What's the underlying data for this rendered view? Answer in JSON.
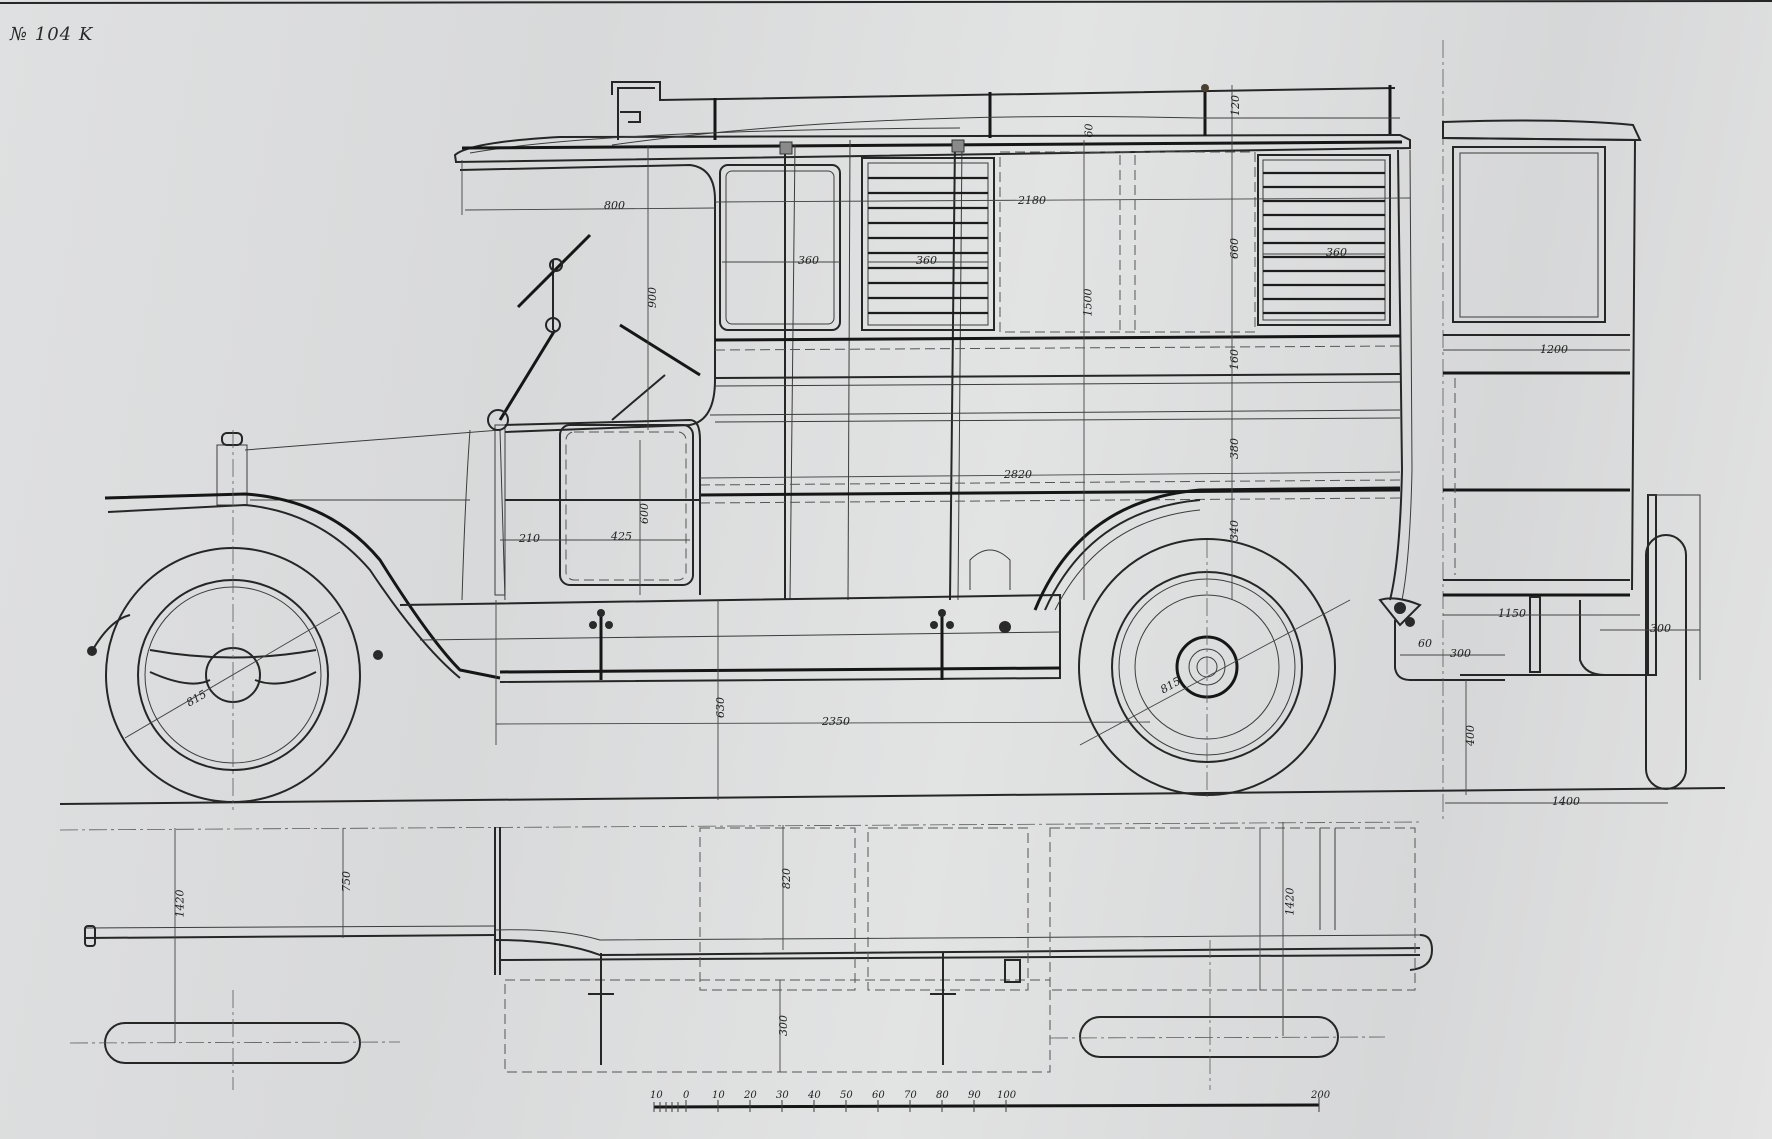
{
  "drawing": {
    "sheet_number": "№ 104 K",
    "subject": "Side elevation and chassis plan of a van / ambulance body",
    "paper_color": "#dcdddd",
    "ink_color": "#1e1e1e"
  },
  "elevation_dimensions": {
    "roof_front_overhang": "800",
    "window_front_width": "360",
    "louver_center_width": "360",
    "louver_rear_width": "360",
    "body_upper_length": "2180",
    "roof_rail_height": "120",
    "roof_rise": "60",
    "window_height": "900",
    "panel_height_1500": "1500",
    "upper_panel_height": "660",
    "belt_height": "160",
    "mid_panel_height": "380",
    "lower_panel_height": "340",
    "body_lower_length": "2820",
    "door_offset": "210",
    "door_width": "425",
    "door_height": "600",
    "front_wheel_diameter": "815",
    "rear_wheel_diameter": "815",
    "frame_to_ground": "630",
    "wheelbase_part": "2350",
    "rear_view_width": "1200",
    "rear_step_offset": "60",
    "rear_step_width": "300",
    "rear_frame_width": "1150",
    "rear_bumper_width": "300",
    "rear_height": "400",
    "rear_track": "1400"
  },
  "plan_dimensions": {
    "front_track": "1420",
    "front_axle_offset": "750",
    "body_width_half": "820",
    "running_board_width": "300",
    "rear_track": "1420"
  },
  "scale_bar": {
    "ticks": [
      "10",
      "0",
      "10",
      "20",
      "30",
      "40",
      "50",
      "60",
      "70",
      "80",
      "90",
      "100",
      "200"
    ]
  }
}
